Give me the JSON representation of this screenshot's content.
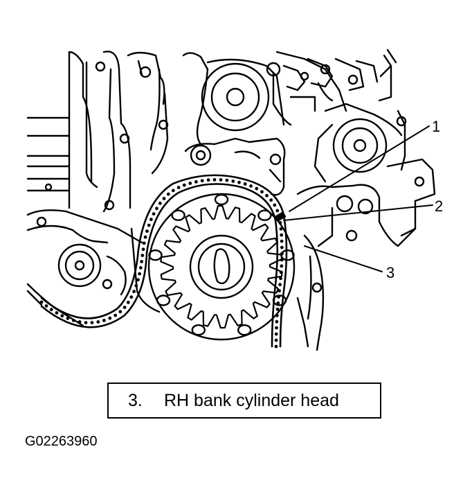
{
  "callouts": [
    {
      "label": "1"
    },
    {
      "label": "2"
    },
    {
      "label": "3"
    }
  ],
  "legend": {
    "number": "3.",
    "text": "RH bank cylinder head"
  },
  "figure_id": "G02263960",
  "colors": {
    "ink": "#000000",
    "paper": "#ffffff"
  }
}
